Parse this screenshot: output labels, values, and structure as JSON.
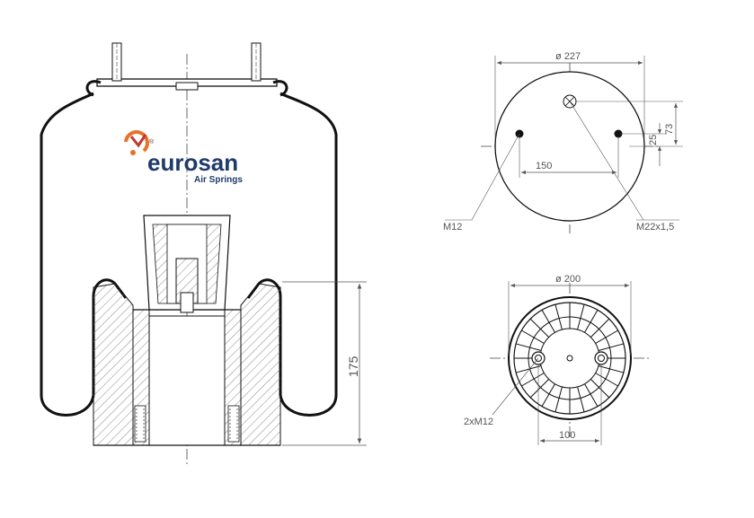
{
  "logo": {
    "brand": "eurosan",
    "tagline": "Air Springs",
    "registered_mark": "®",
    "colors": {
      "brand_blue": "#1f3a6b",
      "orange": "#e8712b",
      "red": "#c0392b"
    }
  },
  "side_view": {
    "height_label": "175"
  },
  "top_view": {
    "diameter_label": "ø 227",
    "bolt_spacing_label": "150",
    "offset_25_label": "25",
    "offset_73_label": "73",
    "bolt_thread_label": "M12",
    "air_inlet_label": "M22x1,5"
  },
  "bottom_view": {
    "diameter_label": "ø 200",
    "bolt_spacing_label": "100",
    "bolts_label": "2xM12"
  },
  "colors": {
    "line": "#111111",
    "dim_line": "#555555",
    "hatch": "#888888"
  }
}
